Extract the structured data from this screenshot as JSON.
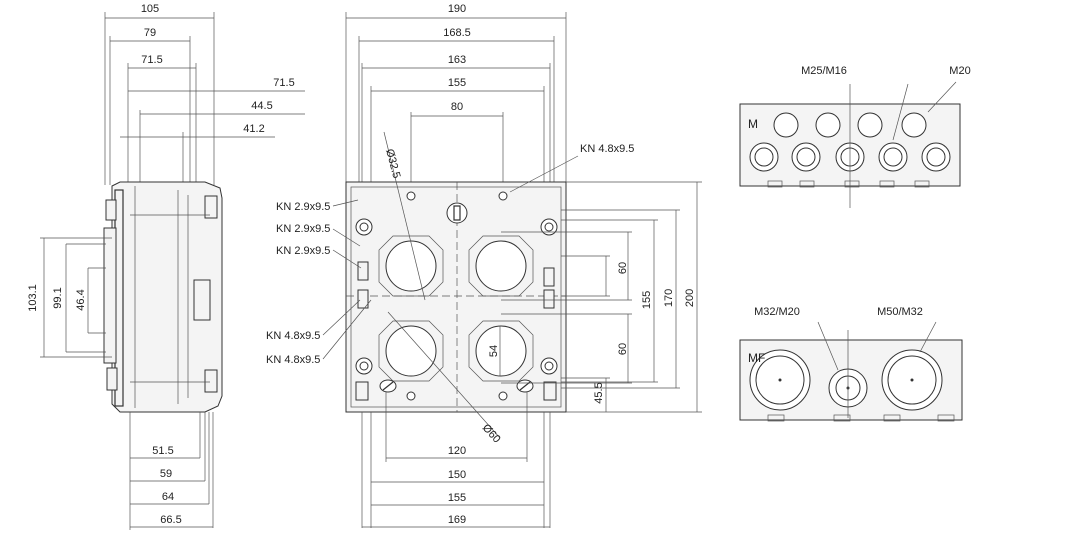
{
  "side_view": {
    "top_dims": [
      "105",
      "79",
      "71.5",
      "71.5",
      "44.5",
      "41.2"
    ],
    "left_dims": [
      "103.1",
      "99.1",
      "46.4"
    ],
    "bottom_dims": [
      "51.5",
      "59",
      "64",
      "66.5"
    ]
  },
  "front_view": {
    "top_dims": [
      "190",
      "168.5",
      "163",
      "155",
      "80"
    ],
    "hole_label": "Ø32.5",
    "kn_left": [
      "KN 2.9x9.5",
      "KN 2.9x9.5",
      "KN 2.9x9.5",
      "KN 4.8x9.5",
      "KN 4.8x9.5"
    ],
    "kn_top": "KN 4.8x9.5",
    "right_dims": [
      "60",
      "60",
      "155",
      "170",
      "200",
      "45.5"
    ],
    "inner_dim": "54",
    "diag_label": "Ø60",
    "bottom_dims": [
      "120",
      "150",
      "155",
      "169"
    ]
  },
  "entry_m": {
    "label": "M",
    "callout_left": "M25/M16",
    "callout_right": "M20"
  },
  "entry_mf": {
    "label": "MF",
    "callout_left": "M32/M20",
    "callout_right": "M50/M32"
  }
}
